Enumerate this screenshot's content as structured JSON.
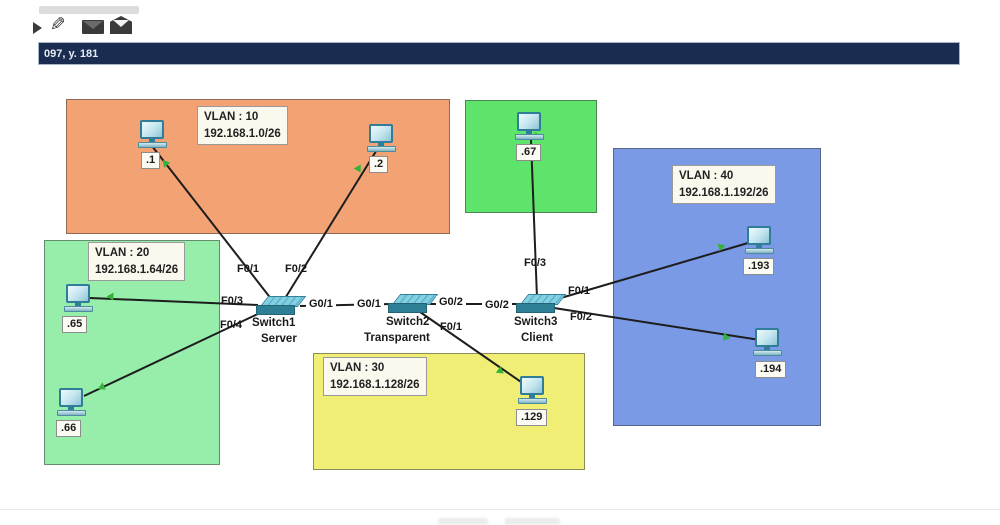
{
  "window": {
    "statusbar_text": "097, y. 181"
  },
  "toolbar": {
    "icons": [
      "play-icon",
      "pencil-icon",
      "mail-closed-icon",
      "mail-open-icon"
    ],
    "pencil_glyph": "✎"
  },
  "colors": {
    "vlan10_fill": "#f2a273",
    "vlan20_fill": "#97eeab",
    "vlan30_fill": "#f1ee75",
    "vlan40_fill": "#7a9ae6",
    "unlabeled_green_fill": "#5ee46a",
    "link_line": "#1d1d1d",
    "link_up_status": "#35b23a",
    "statusbar_bg": "#1a2c4f"
  },
  "vlan_boxes": [
    {
      "title": "VLAN : 10",
      "subnet": "192.168.1.0/26"
    },
    {
      "title": "VLAN : 20",
      "subnet": "192.168.1.64/26"
    },
    {
      "title": "VLAN : 30",
      "subnet": "192.168.1.128/26"
    },
    {
      "title": "VLAN : 40",
      "subnet": "192.168.1.192/26"
    }
  ],
  "hosts": [
    {
      "label": ".1"
    },
    {
      "label": ".2"
    },
    {
      "label": ".67"
    },
    {
      "label": ".65"
    },
    {
      "label": ".66"
    },
    {
      "label": ".129"
    },
    {
      "label": ".193"
    },
    {
      "label": ".194"
    }
  ],
  "switches": [
    {
      "name": "Switch1",
      "role": "Server"
    },
    {
      "name": "Switch2",
      "role": "Transparent"
    },
    {
      "name": "Switch3",
      "role": "Client"
    }
  ],
  "ports": [
    {
      "label": "F0/1"
    },
    {
      "label": "F0/2"
    },
    {
      "label": "F0/3"
    },
    {
      "label": "F0/4"
    },
    {
      "label": "G0/1"
    },
    {
      "label": "G0/1"
    },
    {
      "label": "G0/2"
    },
    {
      "label": "G0/2"
    },
    {
      "label": "F0/1"
    },
    {
      "label": "F0/3"
    },
    {
      "label": "F0/1"
    },
    {
      "label": "F0/2"
    }
  ]
}
